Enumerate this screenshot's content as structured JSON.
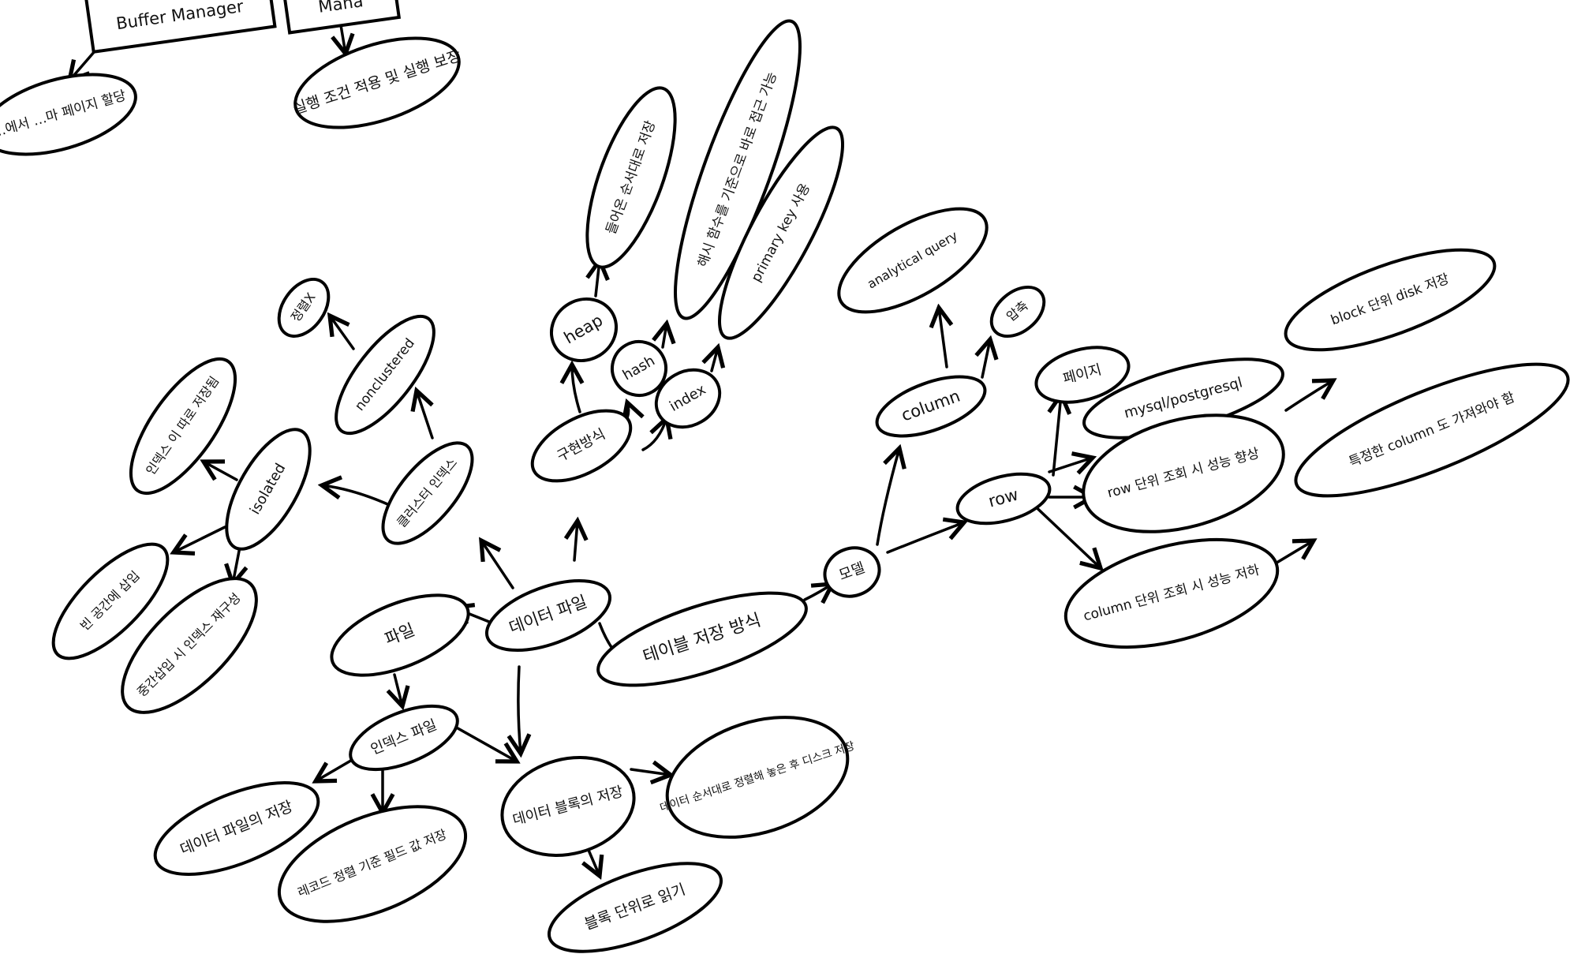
{
  "nodes": {
    "buffer_manager": "Buffer Manager",
    "top_box2": "Mana",
    "top_left_oval": "…에서 …마 페이지 할당",
    "top_exec": "실행 조건 적용 및 실행 보장",
    "file": "파일",
    "data_file": "데이터 파일",
    "index_file": "인덱스 파일",
    "data_block": "데이터 블록의 저장",
    "data_file_copy": "데이터 파일의 저장",
    "record_sort": "레코드 정렬 기준 필드 값 저장",
    "block_read": "블록 단위로 읽기",
    "data_storage": "데이터 순서대로 정렬해 놓은 후 디스크 저장",
    "isolated": "isolated",
    "isolated_top": "인덱스 이 따로 저장됨",
    "isolated_left": "빈 공간에 삽입",
    "isolated_bottom": "중간삽입 시 인덱스 재구성",
    "clustered_idx": "클러스터 인덱스",
    "nonclustered": "nonclustered",
    "nonclustered_top": "정렬X",
    "structure": "구현방식",
    "heap": "heap",
    "hash": "hash",
    "index": "index",
    "heap_desc": "들어온 순서대로 저장",
    "hash_desc": "해시 함수를 기준으로 바로 접근 가능",
    "index_desc": "primary key 사용",
    "table_storage": "테이블 저장 방식",
    "model": "모델",
    "column": "column",
    "analytical": "analytical query",
    "column_right": "압축",
    "row": "row",
    "page": "페이지",
    "mysql": "mysql/postgresql",
    "row_desc": "row 단위 조회 시 성능 향상",
    "column_desc": "column 단위 조회 시 성능 저하",
    "block_desc": "block 단위 disk 저장",
    "specific_col": "특정한 column 도 가져와야 함"
  }
}
